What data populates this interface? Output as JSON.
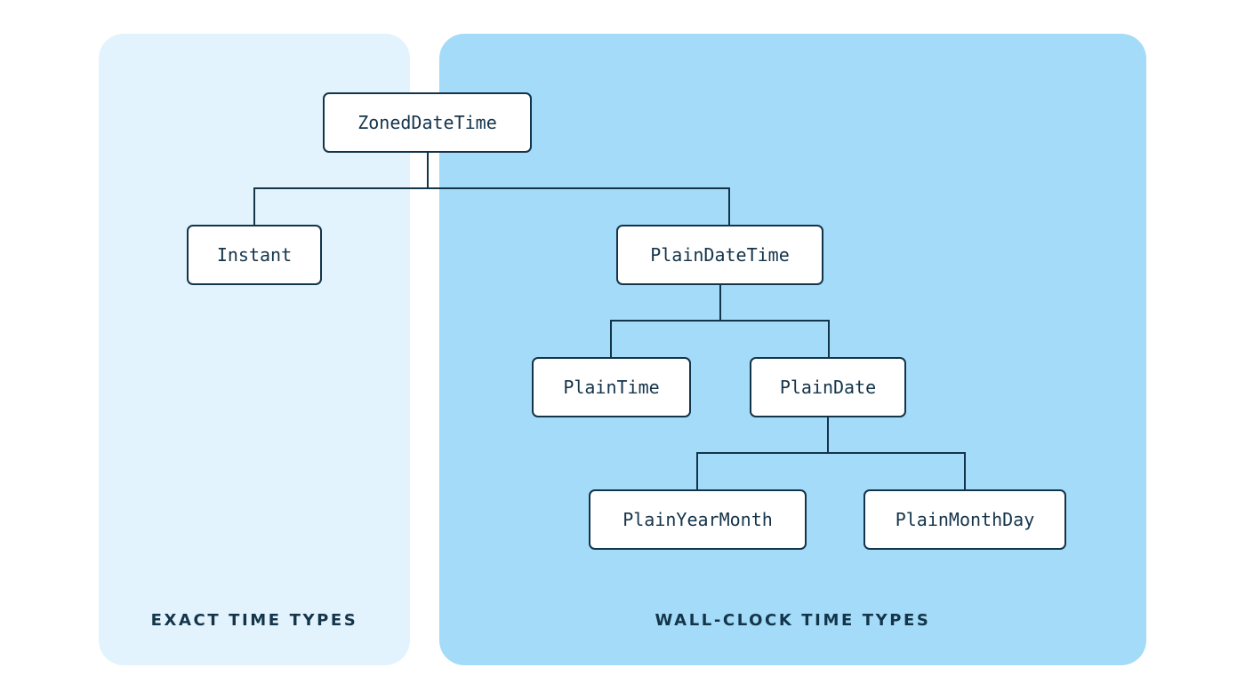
{
  "panels": {
    "exact": {
      "label": "EXACT TIME TYPES"
    },
    "wall_clock": {
      "label": "WALL-CLOCK TIME TYPES"
    }
  },
  "nodes": {
    "zoned": "ZonedDateTime",
    "instant": "Instant",
    "plain_date_time": "PlainDateTime",
    "plain_time": "PlainTime",
    "plain_date": "PlainDate",
    "plain_year_month": "PlainYearMonth",
    "plain_month_day": "PlainMonthDay"
  },
  "colors": {
    "exact_panel": "#e2f3fd",
    "wall_clock_panel": "#a3dbf8",
    "line": "#14344a",
    "node_fill": "#ffffff"
  }
}
